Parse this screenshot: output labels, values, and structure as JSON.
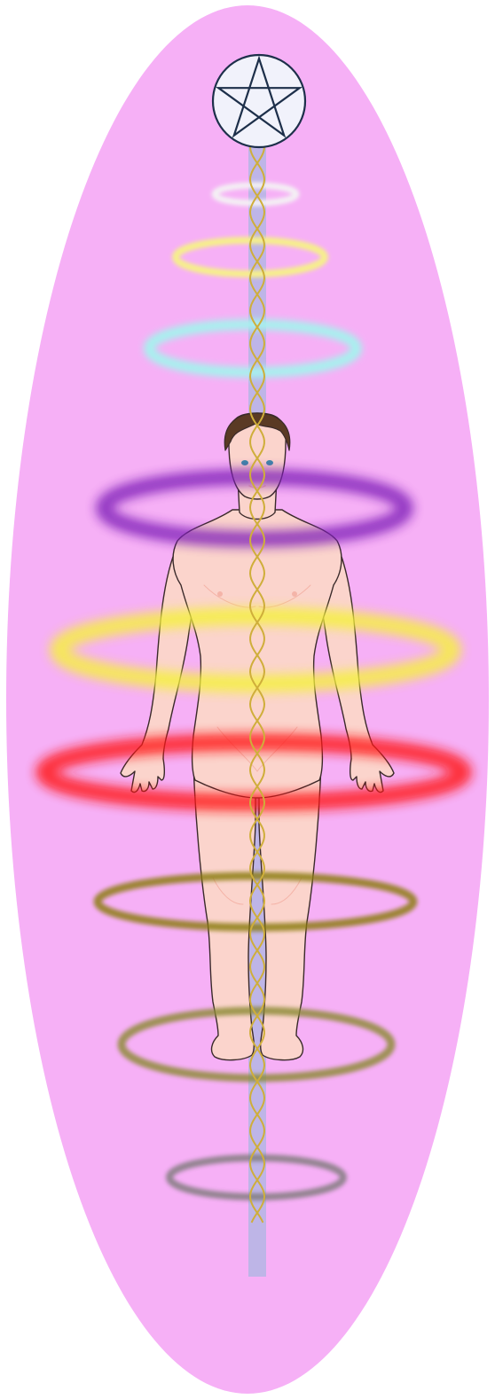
{
  "colors": {
    "aura": "#f6b0f6",
    "central_channel": "#b8b6e6",
    "helix_strand": "#cfae3a",
    "pentagram_stroke": "#1d2f4a",
    "pentagram_fill": "#f1f2fb",
    "skin": "#fbd4cc",
    "skin_shadow": "#f4b4a8",
    "outline": "#3a2a2a",
    "hair": "#5a3a24",
    "eyes": "#3d8aa8"
  },
  "rings": [
    {
      "name": "crown-white",
      "color": "#f4f2f4"
    },
    {
      "name": "pale-yellow",
      "color": "#f6f08a"
    },
    {
      "name": "cyan",
      "color": "#a6f2ee"
    },
    {
      "name": "purple",
      "color": "#7e1fb8"
    },
    {
      "name": "yellow",
      "color": "#f5f23a"
    },
    {
      "name": "red",
      "color": "#ff1616"
    },
    {
      "name": "olive",
      "color": "#8a7c10"
    },
    {
      "name": "olive-light",
      "color": "#8c8a36"
    },
    {
      "name": "grey",
      "color": "#7e7a7a"
    }
  ],
  "icons": {
    "top_symbol": "pentagram-icon"
  }
}
